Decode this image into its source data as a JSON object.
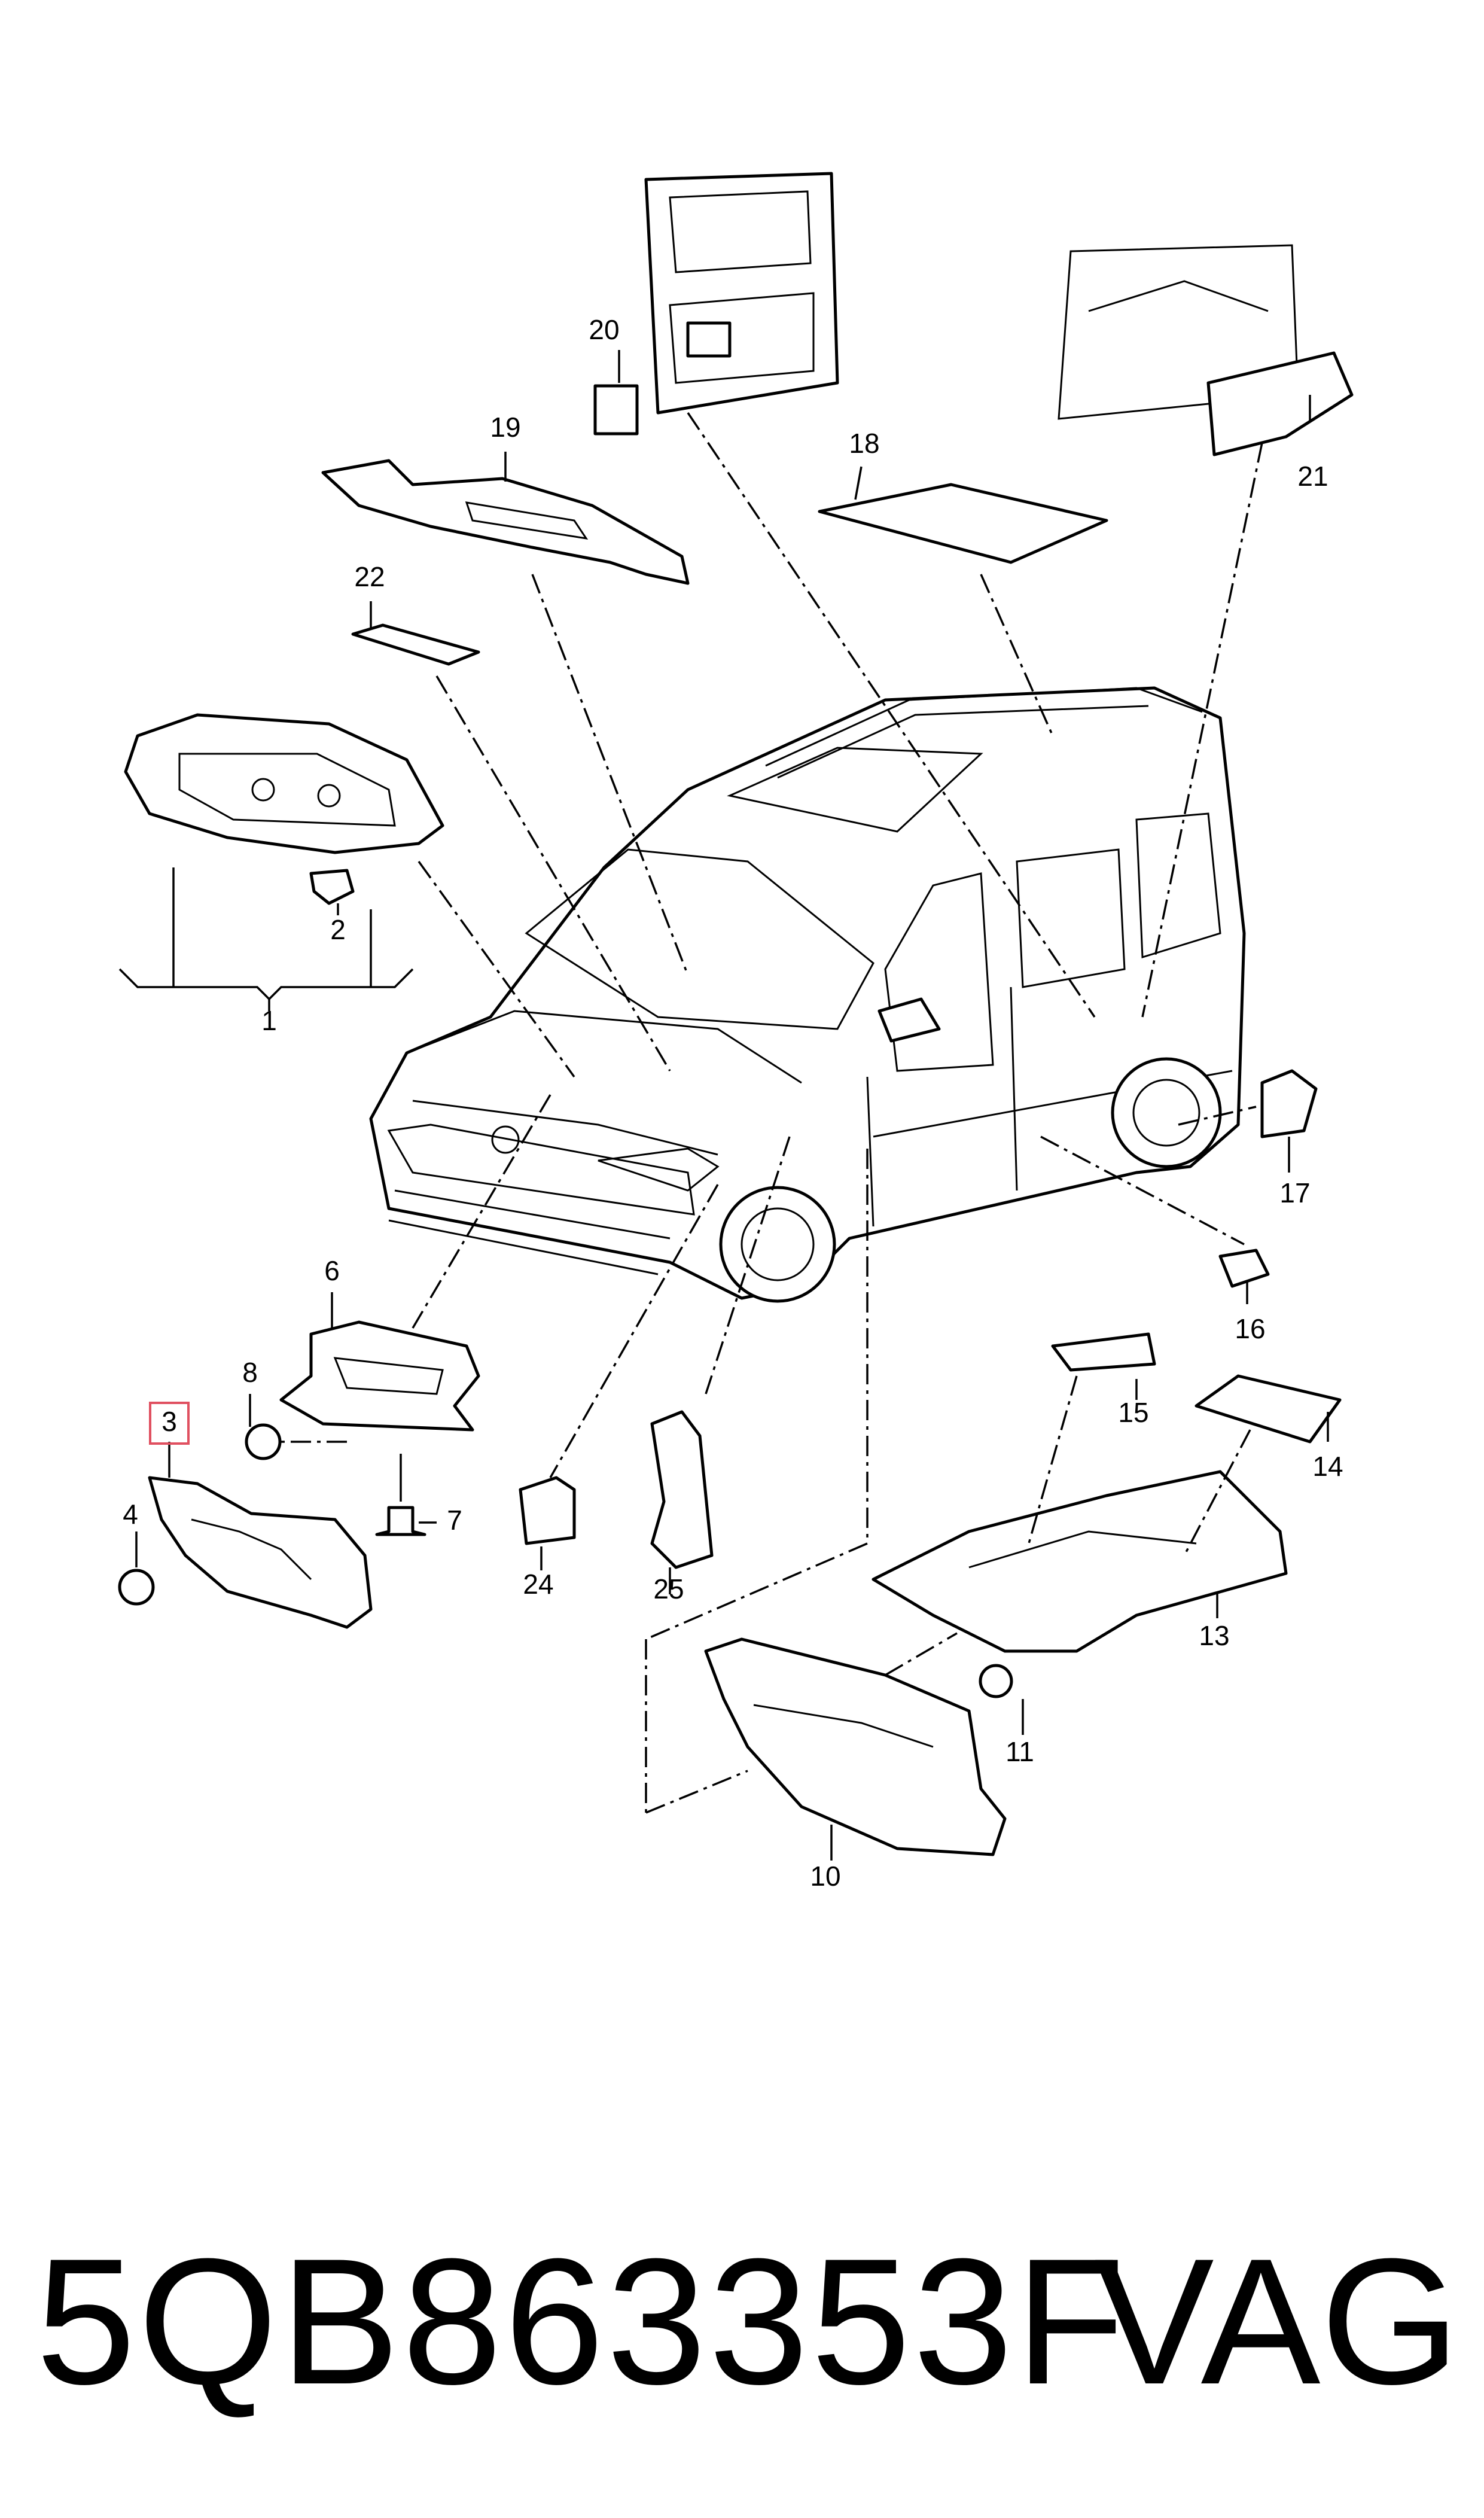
{
  "callouts": {
    "c1": "1",
    "c2": "2",
    "c3": "3",
    "c4": "4",
    "c6": "6",
    "c7": "7",
    "c8": "8",
    "c10": "10",
    "c11": "11",
    "c13": "13",
    "c14": "14",
    "c15": "15",
    "c16": "16",
    "c17": "17",
    "c18": "18",
    "c19": "19",
    "c20": "20",
    "c21": "21",
    "c22": "22",
    "c24": "24",
    "c25": "25"
  },
  "highlight": {
    "callout": "3",
    "color": "#e05060"
  },
  "footer": {
    "part_number": "5QB863353F",
    "brand": "VAG"
  }
}
